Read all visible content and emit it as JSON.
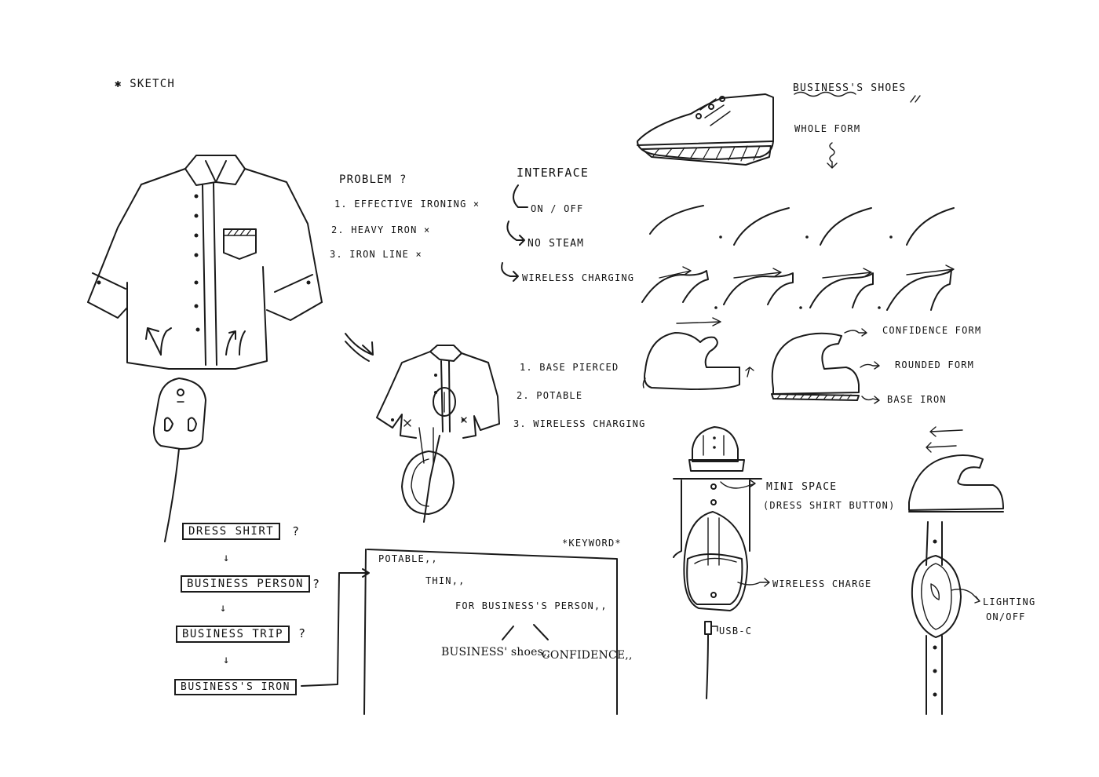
{
  "header": {
    "title": "✱ SKETCH"
  },
  "problem": {
    "heading": "PROBLEM ?",
    "items": [
      "1. EFFECTIVE IRONING ×",
      "2. HEAVY IRON ×",
      "3. IRON LINE ×"
    ]
  },
  "interface": {
    "heading": "INTERFACE",
    "items": [
      "ON / OFF",
      "NO STEAM",
      "WIRELESS CHARGING"
    ]
  },
  "shoes": {
    "heading": "BUSINESS'S SHOES",
    "form": "WHOLE FORM"
  },
  "features": {
    "items": [
      "1. BASE PIERCED",
      "2. POTABLE",
      "3. WIRELESS CHARGING"
    ]
  },
  "form_labels": {
    "confidence": "CONFIDENCE FORM",
    "rounded": "ROUNDED FORM",
    "base": "BASE IRON"
  },
  "flow": {
    "steps": [
      "DRESS SHIRT",
      "BUSINESS PERSON",
      "BUSINESS TRIP",
      "BUSINESS'S IRON"
    ],
    "question": "?",
    "down_arrow": "↓"
  },
  "keyword": {
    "title": "*KEYWORD*",
    "lines": [
      "POTABLE,,",
      "THIN,,",
      "FOR BUSINESS'S PERSON,,"
    ],
    "leaves": [
      "BUSINESS' shoes,,",
      "CONFIDENCE,,"
    ]
  },
  "detail_labels": {
    "mini_space": "MINI SPACE",
    "dress_button": "(DRESS SHIRT BUTTON)",
    "wireless_charge": "WIRELESS CHARGE",
    "usb": "USB-C",
    "lighting": "LIGHTING",
    "onoff": "ON/OFF"
  }
}
